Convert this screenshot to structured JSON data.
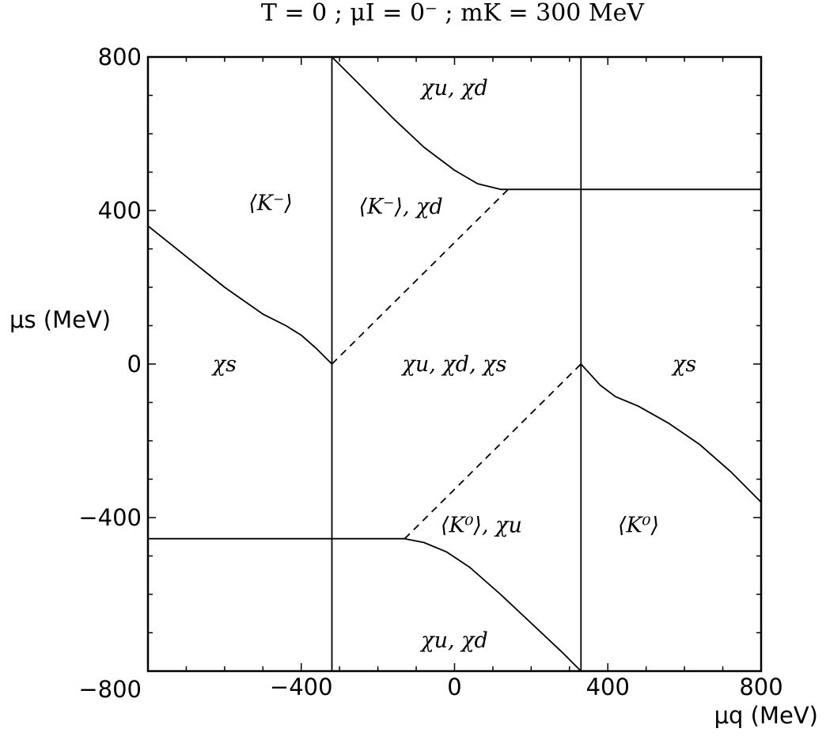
{
  "chart_data": {
    "type": "line",
    "title": "T = 0  ;  μI = 0⁻  ;  mK = 300 MeV",
    "xlabel": "μq (MeV)",
    "ylabel": "μs (MeV)",
    "xlim": [
      -800,
      800
    ],
    "ylim": [
      -800,
      800
    ],
    "xticks": [
      -400,
      0,
      400,
      800
    ],
    "yticks": [
      -800,
      -400,
      0,
      400,
      800
    ],
    "minor_tick_step": 100,
    "grid": false,
    "curves": [
      {
        "id": "left-chi-s-boundary",
        "style": "solid",
        "points": [
          [
            -800,
            360
          ],
          [
            -700,
            280
          ],
          [
            -600,
            200
          ],
          [
            -500,
            130
          ],
          [
            -440,
            100
          ],
          [
            -400,
            75
          ],
          [
            -360,
            40
          ],
          [
            -320,
            0
          ]
        ]
      },
      {
        "id": "left-vertical",
        "style": "solid",
        "points": [
          [
            -320,
            0
          ],
          [
            -320,
            800
          ]
        ]
      },
      {
        "id": "left-vertical-lower",
        "style": "solid",
        "points": [
          [
            -320,
            -800
          ],
          [
            -320,
            0
          ]
        ]
      },
      {
        "id": "upper-chi-u-chi-d-boundary",
        "style": "solid",
        "points": [
          [
            -320,
            800
          ],
          [
            -240,
            720
          ],
          [
            -160,
            640
          ],
          [
            -80,
            565
          ],
          [
            0,
            505
          ],
          [
            60,
            470
          ],
          [
            120,
            455
          ],
          [
            140,
            455
          ]
        ]
      },
      {
        "id": "upper-horizontal",
        "style": "solid",
        "points": [
          [
            140,
            455
          ],
          [
            800,
            455
          ]
        ]
      },
      {
        "id": "upper-dashed",
        "style": "dashed",
        "points": [
          [
            -320,
            0
          ],
          [
            140,
            455
          ]
        ]
      },
      {
        "id": "right-vertical",
        "style": "solid",
        "points": [
          [
            330,
            -800
          ],
          [
            330,
            800
          ]
        ]
      },
      {
        "id": "right-chi-s-boundary",
        "style": "solid",
        "points": [
          [
            330,
            0
          ],
          [
            380,
            -55
          ],
          [
            420,
            -85
          ],
          [
            480,
            -110
          ],
          [
            560,
            -155
          ],
          [
            640,
            -210
          ],
          [
            720,
            -280
          ],
          [
            800,
            -360
          ]
        ]
      },
      {
        "id": "lower-dashed",
        "style": "dashed",
        "points": [
          [
            -130,
            -455
          ],
          [
            330,
            0
          ]
        ]
      },
      {
        "id": "lower-horizontal",
        "style": "solid",
        "points": [
          [
            -800,
            -455
          ],
          [
            -130,
            -455
          ]
        ]
      },
      {
        "id": "lower-chi-u-chi-d-boundary",
        "style": "solid",
        "points": [
          [
            -130,
            -455
          ],
          [
            -80,
            -465
          ],
          [
            -20,
            -490
          ],
          [
            40,
            -530
          ],
          [
            120,
            -600
          ],
          [
            200,
            -675
          ],
          [
            280,
            -750
          ],
          [
            330,
            -800
          ]
        ]
      }
    ],
    "annotations": [
      {
        "id": "region-chi-u-chi-d-top",
        "text": "χu, χd",
        "x": 0,
        "y": 720
      },
      {
        "id": "region-k-minus",
        "text": "⟨K⁻⟩",
        "x": -480,
        "y": 420
      },
      {
        "id": "region-k-minus-chi-d",
        "text": "⟨K⁻⟩, χd",
        "x": -140,
        "y": 410
      },
      {
        "id": "region-chi-s-left",
        "text": "χs",
        "x": -600,
        "y": 0
      },
      {
        "id": "region-chi-u-chi-d-chi-s",
        "text": "χu, χd, χs",
        "x": 0,
        "y": 0
      },
      {
        "id": "region-chi-s-right",
        "text": "χs",
        "x": 600,
        "y": 0
      },
      {
        "id": "region-k0-chi-u",
        "text": "⟨K⁰⟩, χu",
        "x": 70,
        "y": -420
      },
      {
        "id": "region-k0",
        "text": "⟨K⁰⟩",
        "x": 480,
        "y": -420
      },
      {
        "id": "region-chi-u-chi-d-bottom",
        "text": "χu, χd",
        "x": 0,
        "y": -720
      }
    ]
  }
}
